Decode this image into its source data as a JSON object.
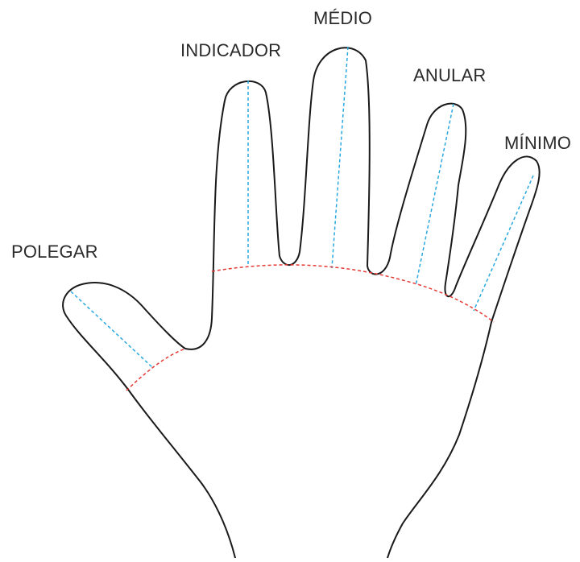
{
  "labels": {
    "thumb": "POLEGAR",
    "index": "INDICADOR",
    "middle": "MÉDIO",
    "ring": "ANULAR",
    "little": "MÍNIMO"
  },
  "colors": {
    "outline": "#1a1a1a",
    "finger_axis": "#29a8e0",
    "finger_base": "#e53935",
    "text": "#2b2b2b",
    "background": "#ffffff"
  }
}
